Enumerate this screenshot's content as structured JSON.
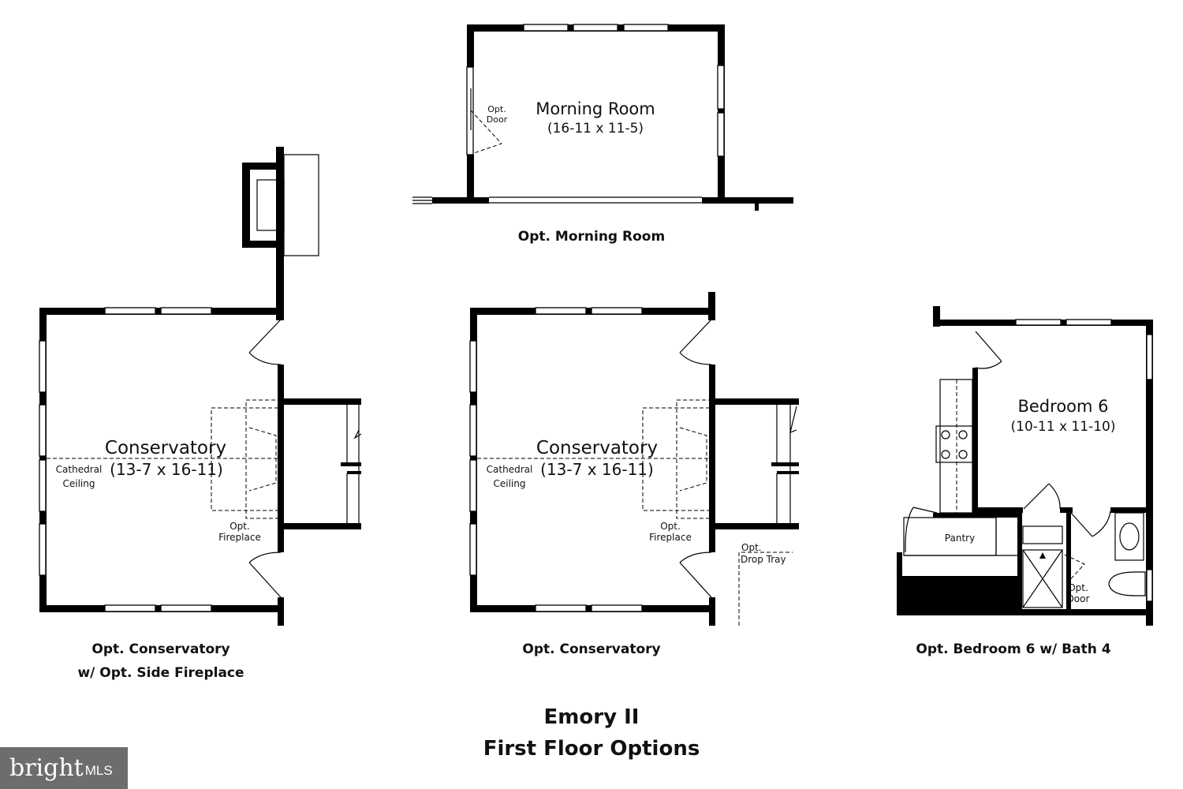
{
  "title": {
    "line1": "Emory II",
    "line2": "First Floor Options"
  },
  "plans": {
    "morning": {
      "caption": "Opt. Morning Room",
      "room_name": "Morning Room",
      "room_dims": "(16-11 x 11-5)",
      "door_note_1": "Opt.",
      "door_note_2": "Door"
    },
    "conservatory_fireplace": {
      "caption_1": "Opt. Conservatory",
      "caption_2": "w/ Opt. Side Fireplace",
      "room_name": "Conservatory",
      "room_dims": "(13-7 x 16-11)",
      "ceiling_1": "Cathedral",
      "ceiling_2": "Ceiling",
      "fireplace_1": "Opt.",
      "fireplace_2": "Fireplace"
    },
    "conservatory": {
      "caption": "Opt. Conservatory",
      "room_name": "Conservatory",
      "room_dims": "(13-7 x 16-11)",
      "ceiling_1": "Cathedral",
      "ceiling_2": "Ceiling",
      "fireplace_1": "Opt.",
      "fireplace_2": "Fireplace",
      "tray_1": "Opt.",
      "tray_2": "Drop Tray"
    },
    "bedroom": {
      "caption": "Opt. Bedroom 6 w/ Bath 4",
      "room_name": "Bedroom 6",
      "room_dims": "(10-11 x 11-10)",
      "pantry": "Pantry",
      "door_note_1": "Opt.",
      "door_note_2": "Door"
    }
  },
  "watermark": {
    "brand": "bright",
    "suffix": "MLS"
  }
}
